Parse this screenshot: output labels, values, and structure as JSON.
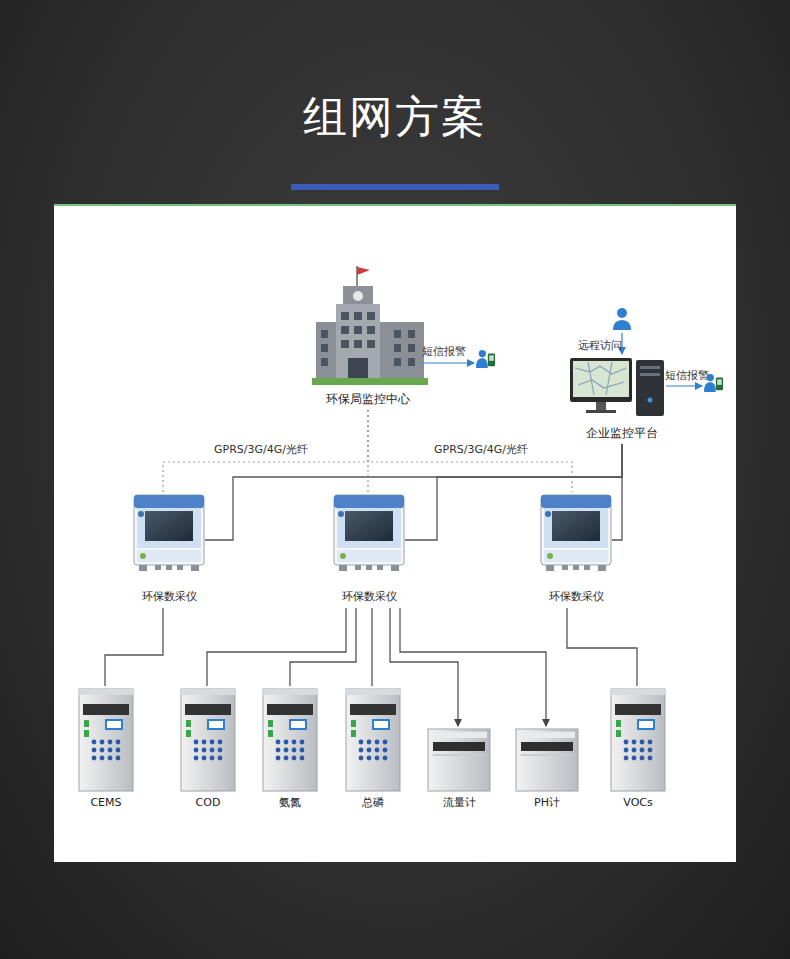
{
  "diagram": {
    "title": "组网方案",
    "nodes": [
      {
        "text": [
          "环保局监控中心"
        ]
      },
      {
        "text": [
          "企业监控平台"
        ]
      },
      {
        "text": [
          "环保数采仪"
        ]
      },
      {
        "text": [
          "环保数采仪"
        ]
      },
      {
        "text": [
          "环保数采仪"
        ]
      },
      {
        "text": [
          "CEMS"
        ]
      },
      {
        "text": [
          "COD"
        ]
      },
      {
        "text": [
          "氨氮"
        ]
      },
      {
        "text": [
          "总磷"
        ]
      },
      {
        "text": [
          "流量计"
        ]
      },
      {
        "text": [
          "PH计"
        ]
      },
      {
        "text": [
          "VOCs"
        ]
      }
    ],
    "edges": [
      {
        "from": 0,
        "to": 2,
        "arrow": "none",
        "label": "GPRS/3G/4G/光纤"
      },
      {
        "from": 0,
        "to": 3,
        "arrow": "none"
      },
      {
        "from": 0,
        "to": 4,
        "arrow": "none",
        "label": "GPRS/3G/4G/光纤"
      },
      {
        "from": 1,
        "to": 2,
        "arrow": "none"
      },
      {
        "from": 1,
        "to": 3,
        "arrow": "none"
      },
      {
        "from": 1,
        "to": 4,
        "arrow": "none"
      },
      {
        "from": 2,
        "to": 5,
        "arrow": "none"
      },
      {
        "from": 3,
        "to": 6,
        "arrow": "none"
      },
      {
        "from": 3,
        "to": 7,
        "arrow": "none"
      },
      {
        "from": 3,
        "to": 8,
        "arrow": "none"
      },
      {
        "from": 3,
        "to": 9,
        "arrow": "to"
      },
      {
        "from": 3,
        "to": 10,
        "arrow": "to"
      },
      {
        "from": 4,
        "to": 11,
        "arrow": "none"
      }
    ],
    "labels": [
      "短信报警",
      "远程访问",
      "短信报警"
    ]
  }
}
